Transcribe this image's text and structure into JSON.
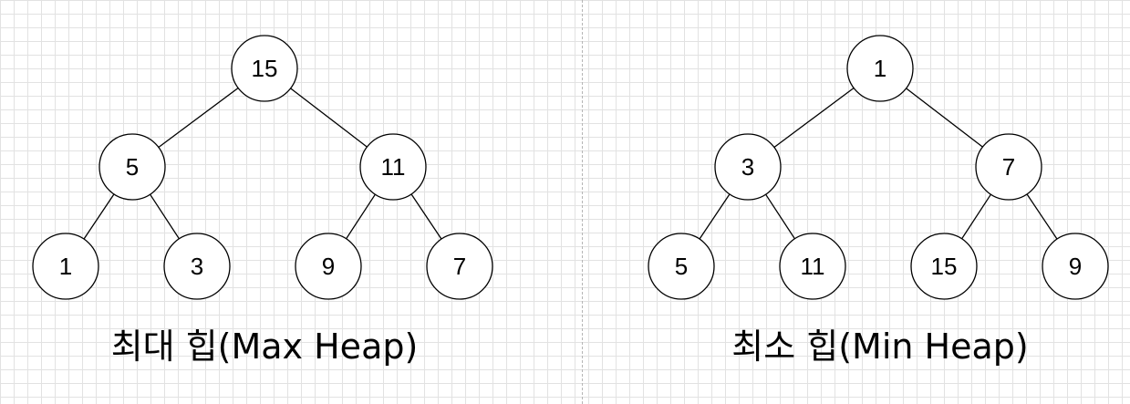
{
  "heaps": [
    {
      "id": "max-heap",
      "caption": "최대 힙(Max Heap)",
      "nodes": [
        15,
        5,
        11,
        1,
        3,
        9,
        7
      ]
    },
    {
      "id": "min-heap",
      "caption": "최소 힙(Min Heap)",
      "nodes": [
        1,
        3,
        7,
        5,
        11,
        15,
        9
      ]
    }
  ]
}
